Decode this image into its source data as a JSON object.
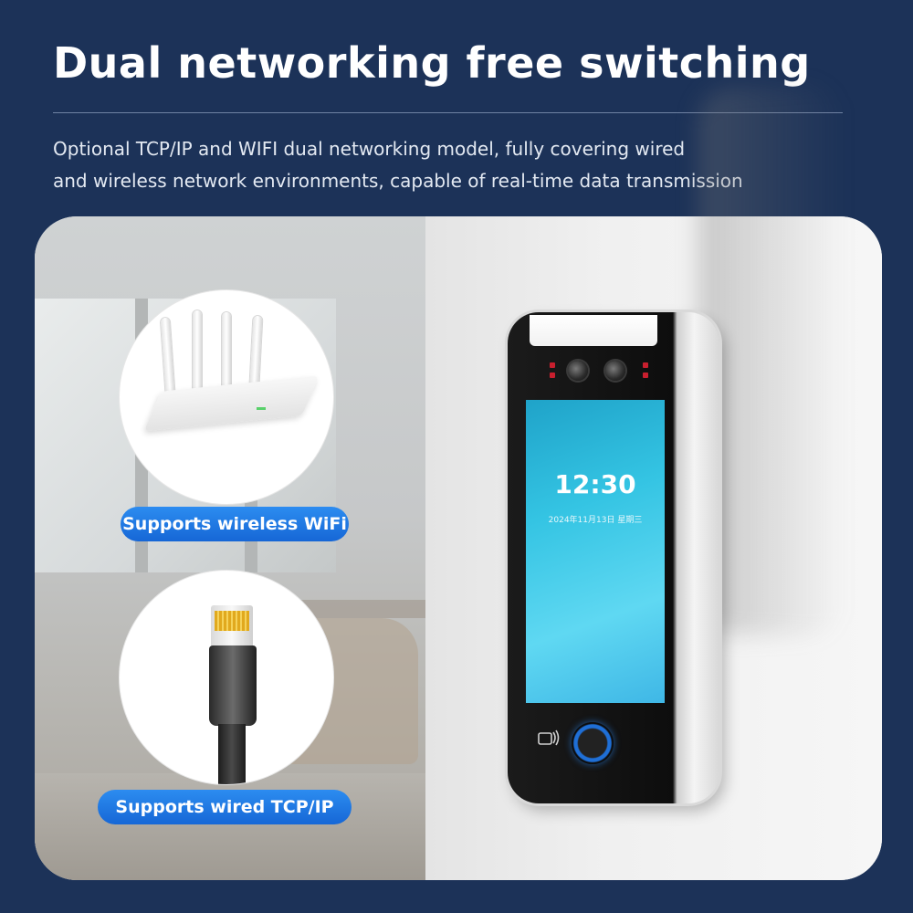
{
  "header": {
    "title": "Dual networking free switching",
    "subtitle_line1": "Optional TCP/IP and WIFI dual networking model, fully covering wired",
    "subtitle_line2": "and wireless network environments, capable of real-time data transmission"
  },
  "features": [
    {
      "label": "Supports wireless WiFi",
      "icon": "wifi-router-icon"
    },
    {
      "label": "Supports wired TCP/IP",
      "icon": "ethernet-cable-icon"
    }
  ],
  "device": {
    "time": "12:30",
    "date": "2024年11月13日  星期三",
    "icons": [
      "camera-icon",
      "card-reader-icon",
      "fingerprint-icon"
    ]
  },
  "colors": {
    "background": "#1c3258",
    "badge": "#1f78e6",
    "screen": "#34c4e3"
  }
}
